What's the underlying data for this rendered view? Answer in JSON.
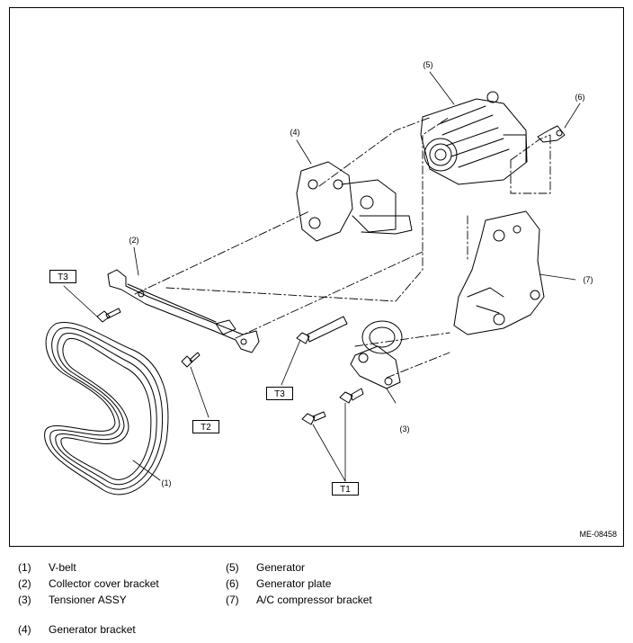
{
  "diagram": {
    "drawing_id": "ME-08458",
    "callouts": {
      "c1": "(1)",
      "c2": "(2)",
      "c3": "(3)",
      "c4": "(4)",
      "c5": "(5)",
      "c6": "(6)",
      "c7": "(7)"
    },
    "torque_labels": {
      "t3_left": "T3",
      "t2": "T2",
      "t3_center": "T3",
      "t1": "T1"
    }
  },
  "legend": [
    {
      "num": "(1)",
      "name": "V-belt"
    },
    {
      "num": "(2)",
      "name": "Collector cover bracket"
    },
    {
      "num": "(3)",
      "name": "Tensioner ASSY"
    },
    {
      "num": "(4)",
      "name": "Generator bracket"
    },
    {
      "num": "(5)",
      "name": "Generator"
    },
    {
      "num": "(6)",
      "name": "Generator plate"
    },
    {
      "num": "(7)",
      "name": "A/C compressor bracket"
    }
  ]
}
